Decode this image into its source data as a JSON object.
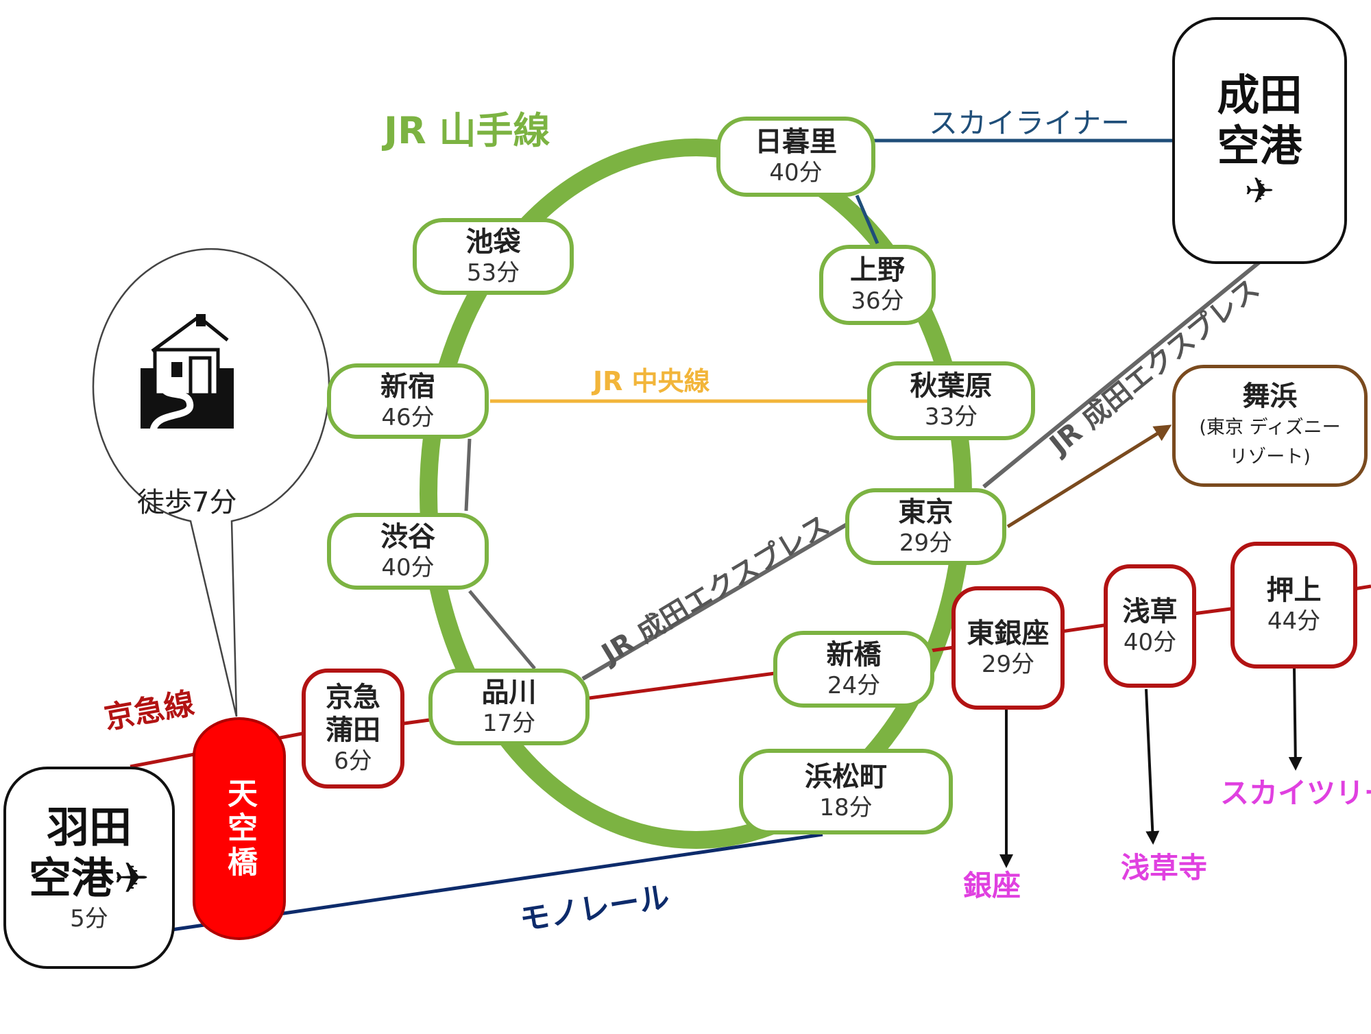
{
  "lines": {
    "yamanote": "JR 山手線",
    "chuo": "JR 中央線",
    "skyliner": "スカイライナー",
    "nex_upper": "JR 成田エクスプレス",
    "nex_lower": "JR 成田エクスプレス",
    "keikyu": "京急線",
    "monorail": "モノレール"
  },
  "stations": {
    "nippori": {
      "name": "日暮里",
      "time": "40分"
    },
    "ikebukuro": {
      "name": "池袋",
      "time": "53分"
    },
    "ueno": {
      "name": "上野",
      "time": "36分"
    },
    "shinjuku": {
      "name": "新宿",
      "time": "46分"
    },
    "akihabara": {
      "name": "秋葉原",
      "time": "33分"
    },
    "shibuya": {
      "name": "渋谷",
      "time": "40分"
    },
    "tokyo": {
      "name": "東京",
      "time": "29分"
    },
    "shinagawa": {
      "name": "品川",
      "time": "17分"
    },
    "shimbashi": {
      "name": "新橋",
      "time": "24分"
    },
    "hamamatsucho": {
      "name": "浜松町",
      "time": "18分"
    },
    "keikyu_kamata": {
      "name_line1": "京急",
      "name_line2": "蒲田",
      "time": "6分"
    },
    "higashi_ginza": {
      "name": "東銀座",
      "time": "29分"
    },
    "asakusa": {
      "name": "浅草",
      "time": "40分"
    },
    "oshiage": {
      "name": "押上",
      "time": "44分"
    }
  },
  "narita": {
    "line1": "成田",
    "line2": "空港",
    "plane": "✈"
  },
  "haneda": {
    "line1": "羽田",
    "line2": "空港✈",
    "time": "5分"
  },
  "maihama": {
    "name": "舞浜",
    "line1": "(東京 ディズニー",
    "line2": "リゾート)"
  },
  "tenkubashi": "天空橋",
  "callout": {
    "walk": "徒歩7分",
    "icon": "house-icon"
  },
  "destinations": {
    "ginza": "銀座",
    "sensoji": "浅草寺",
    "skytree": "スカイツリー"
  },
  "colors": {
    "yamanote": "#7cb342",
    "chuo": "#f2b53a",
    "keikyu": "#b21313",
    "skyliner": "#1f4e79",
    "nex": "#666666",
    "monorail": "#0d2b6b",
    "maihama": "#7a4a1e",
    "destination": "#e040e0",
    "tenkubashi": "#ff0000"
  }
}
